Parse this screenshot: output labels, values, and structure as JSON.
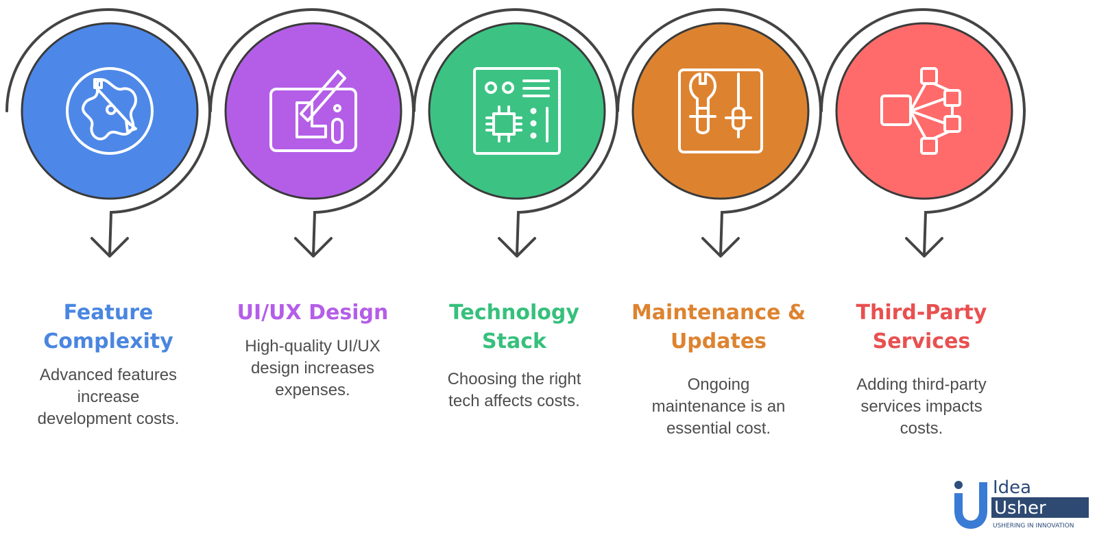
{
  "steps": [
    {
      "title": "Feature\nComplexity",
      "description": "Advanced features\nincrease\ndevelopment costs.",
      "color": "#4D88E8",
      "title_color": "#4A86E0",
      "icon": "compass-icon"
    },
    {
      "title": "UI/UX Design",
      "description": "High-quality UI/UX\ndesign increases\nexpenses.",
      "color": "#B45EE8",
      "title_color": "#B45EE8",
      "icon": "design-tablet-pen-icon"
    },
    {
      "title": "Technology\nStack",
      "description": "Choosing the right\ntech affects costs.",
      "color": "#3CC384",
      "title_color": "#36C07C",
      "icon": "circuit-board-icon"
    },
    {
      "title": "Maintenance &\nUpdates",
      "description": "Ongoing\nmaintenance is an\nessential cost.",
      "color": "#DD8330",
      "title_color": "#DD8330",
      "icon": "wrench-screwdriver-icon"
    },
    {
      "title": "Third-Party\nServices",
      "description": "Adding third-party\nservices impacts\ncosts.",
      "color": "#FF6B6B",
      "title_color": "#E85050",
      "icon": "network-nodes-icon"
    }
  ],
  "logo": {
    "line1": "Idea",
    "line2": "Usher",
    "tagline": "USHERING IN INNOVATION"
  }
}
